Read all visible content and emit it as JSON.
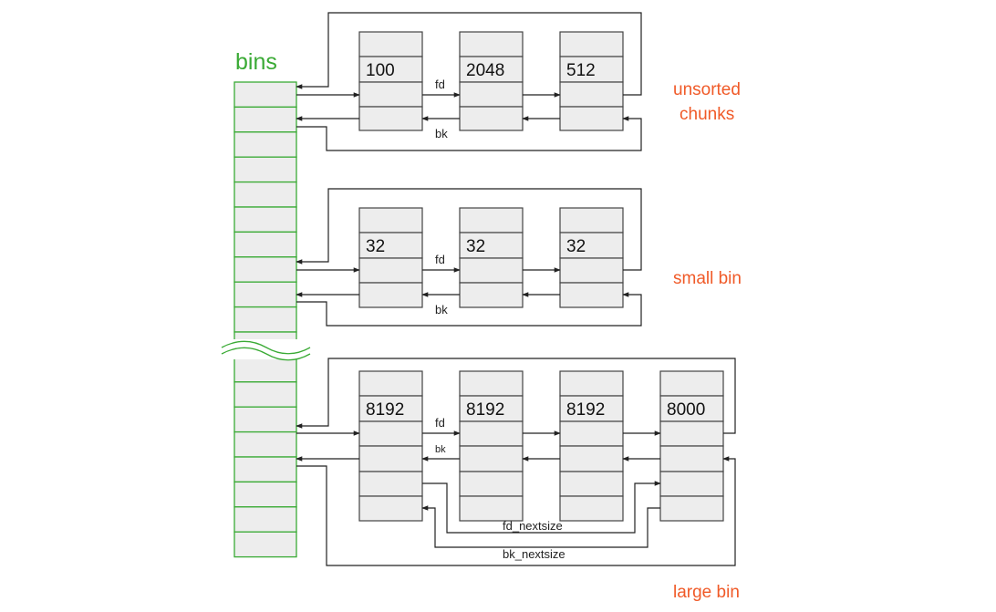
{
  "bins_label": "bins",
  "bin_slot_count": 19,
  "groups": [
    {
      "label_lines": [
        "unsorted",
        "chunks"
      ],
      "chunk_sizes": [
        "100",
        "2048",
        "512"
      ],
      "fd_label": "fd",
      "bk_label": "bk"
    },
    {
      "label_lines": [
        "small bin"
      ],
      "chunk_sizes": [
        "32",
        "32",
        "32"
      ],
      "fd_label": "fd",
      "bk_label": "bk"
    },
    {
      "label_lines": [
        "large bin"
      ],
      "chunk_sizes": [
        "8192",
        "8192",
        "8192",
        "8000"
      ],
      "fd_label": "fd",
      "bk_label": "bk",
      "fd_nextsize_label": "fd_nextsize",
      "bk_nextsize_label": "bk_nextsize"
    }
  ],
  "colors": {
    "bins": "#3aaa35",
    "group_labels": "#f05a28",
    "cell_fill": "#ededed",
    "lines": "#222222"
  }
}
